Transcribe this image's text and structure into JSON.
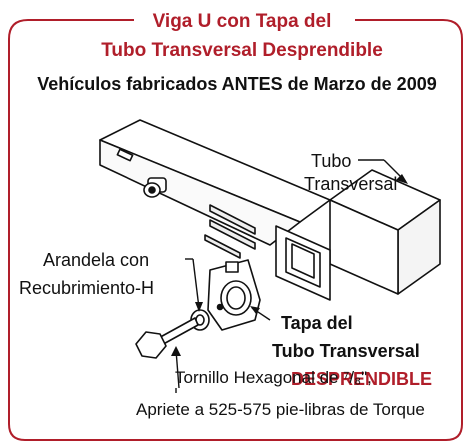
{
  "title": {
    "line1": "Viga U con Tapa del",
    "line2": "Tubo Transversal Desprendible"
  },
  "subtitle": "Vehículos fabricados ANTES de Marzo de 2009",
  "labels": {
    "tube_line1": "Tubo",
    "tube_line2": "Transversal",
    "washer_line1": "Arandela con",
    "washer_line2": "Recubrimiento-H",
    "cap_line1": "Tapa del",
    "cap_line2": "Tubo Transversal",
    "cap_line3": "DESPRENDIBLE",
    "bolt_line1": "Tornillo Hexagonal de ⁷/₈\",",
    "bolt_line2": "Apriete a 525-575 pie-libras de Torque"
  },
  "colors": {
    "accent_red": "#b01e2a",
    "ink": "#111111",
    "background": "#ffffff"
  }
}
